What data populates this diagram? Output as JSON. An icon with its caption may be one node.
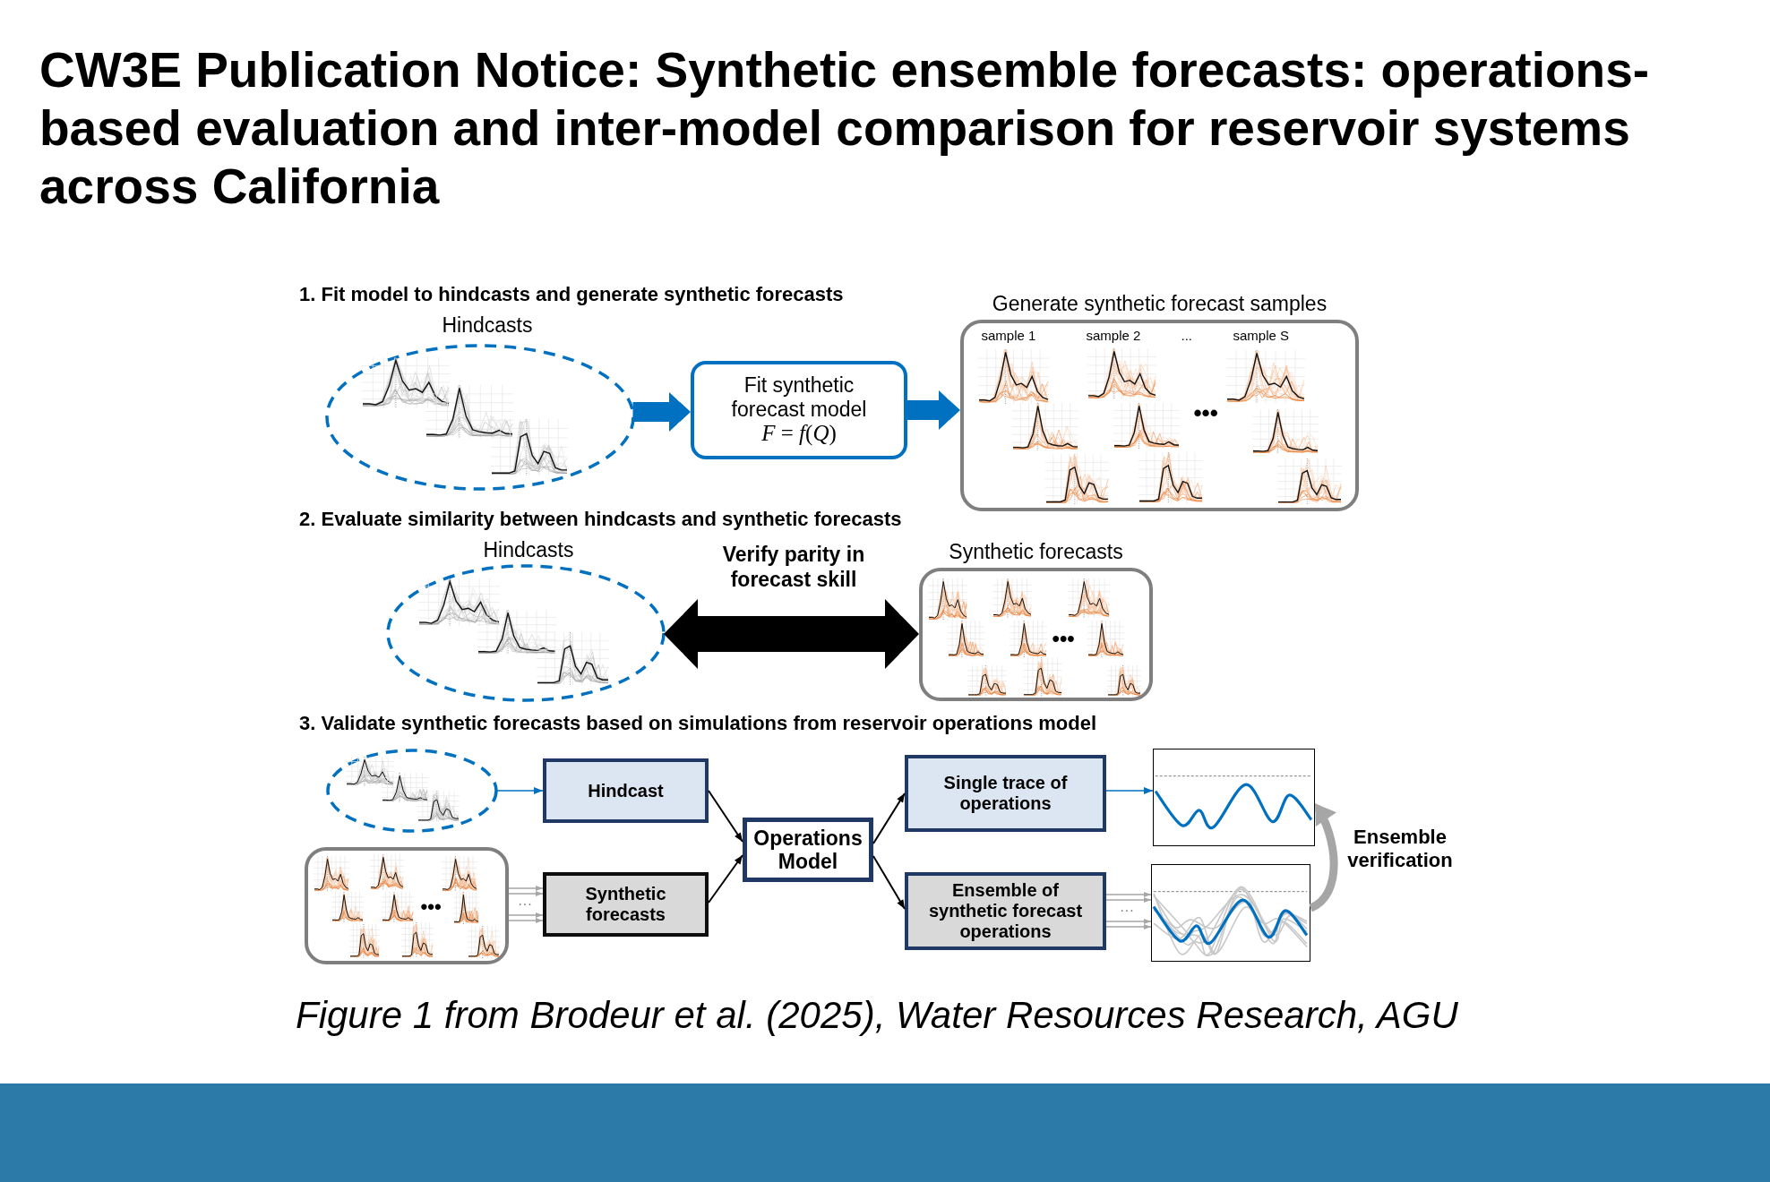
{
  "diagram": {
    "title": "CW3E Publication Notice: Synthetic ensemble forecasts: operations-based evaluation and inter-model comparison for reservoir systems across California",
    "caption": "Figure 1 from Brodeur et al. (2025), Water Resources Research, AGU",
    "nodes": [
      {
        "text": [
          "Hindcasts"
        ]
      },
      {
        "text": [
          "Fit synthetic forecast model",
          "*F* = *f*(*Q*)"
        ]
      },
      {
        "text": [
          "Generate synthetic forecast samples",
          "sample 1",
          "sample 2",
          "...",
          "sample S",
          "•••"
        ]
      },
      {
        "text": [
          "Hindcasts"
        ]
      },
      {
        "text": [
          "Synthetic forecasts",
          "•••"
        ]
      },
      {
        "text": [],
        "shape": "ellipse"
      },
      {
        "text": [
          "•••"
        ]
      },
      {
        "text": [
          "Hindcast"
        ]
      },
      {
        "text": [
          "Synthetic forecasts"
        ]
      },
      {
        "text": [
          "Operations Model"
        ]
      },
      {
        "text": [
          "Single trace of operations"
        ]
      },
      {
        "text": [
          "Ensemble of synthetic forecast operations"
        ]
      },
      {
        "text": [],
        "shape": "picture"
      },
      {
        "text": [],
        "shape": "picture"
      }
    ],
    "edges": [
      {
        "from": 0,
        "to": 1,
        "arrow": "to",
        "style": "thick",
        "color": "#0070c0"
      },
      {
        "from": 1,
        "to": 2,
        "arrow": "to",
        "style": "thick",
        "color": "#0070c0"
      },
      {
        "from": 3,
        "to": 4,
        "arrow": "both",
        "style": "thick",
        "color": "#000000",
        "label": "Verify parity in forecast skill"
      },
      {
        "from": 5,
        "to": 7,
        "arrow": "to",
        "color": "#0070c0"
      },
      {
        "from": 6,
        "to": 8,
        "arrow": "to"
      },
      {
        "from": 6,
        "to": 8,
        "arrow": "to"
      },
      {
        "from": 6,
        "to": 8,
        "arrow": "to"
      },
      {
        "from": 6,
        "to": 8,
        "arrow": "to"
      },
      {
        "from": 7,
        "to": 9,
        "arrow": "to",
        "color": "#000000"
      },
      {
        "from": 8,
        "to": 9,
        "arrow": "to",
        "color": "#000000"
      },
      {
        "from": 9,
        "to": 10,
        "arrow": "to",
        "color": "#000000"
      },
      {
        "from": 9,
        "to": 11,
        "arrow": "to",
        "color": "#000000"
      },
      {
        "from": 10,
        "to": 12,
        "arrow": "to",
        "color": "#0070c0"
      },
      {
        "from": 11,
        "to": 13,
        "arrow": "to"
      },
      {
        "from": 11,
        "to": 13,
        "arrow": "to"
      },
      {
        "from": 11,
        "to": 13,
        "arrow": "to"
      },
      {
        "from": 11,
        "to": 13,
        "arrow": "to"
      },
      {
        "from": 13,
        "to": 12,
        "arrow": "to",
        "style": "thick",
        "label": "Ensemble verification"
      }
    ],
    "labels": [
      "1. Fit model to hindcasts and generate synthetic forecasts",
      "2. Evaluate similarity between hindcasts and synthetic forecasts",
      "3. Validate synthetic forecasts based on simulations from reservoir operations model",
      "···",
      "···"
    ]
  }
}
